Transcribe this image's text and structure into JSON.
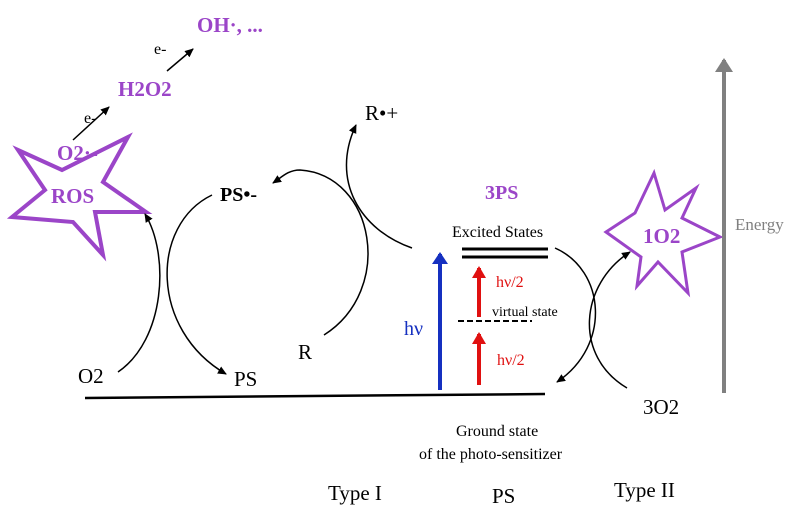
{
  "colors": {
    "purple": "#9b45c8",
    "red": "#e01010",
    "blue": "#1530c0",
    "gray": "#808080",
    "black": "#000000"
  },
  "labels": {
    "oh_radical": "OH·, ...",
    "electron_top": "e-",
    "h2o2": "H2O2",
    "electron_mid": "e-",
    "superoxide": "O2·-",
    "ros": "ROS",
    "ps_anion": "PS•-",
    "r_cation": "R•+",
    "triplet_ps": "3PS",
    "excited_states": "Excited States",
    "hv_half_top": "hν/2",
    "virtual_state": "virtual state",
    "hv": "hν",
    "hv_half_bottom": "hν/2",
    "r": "R",
    "o2": "O2",
    "ps": "PS",
    "ground_state_line1": "Ground state",
    "ground_state_line2": "of the photo-sensitizer",
    "singlet_oxygen": "1O2",
    "triplet_oxygen": "3O2",
    "energy": "Energy",
    "type_i": "Type I",
    "ps_column": "PS",
    "type_ii": "Type II"
  }
}
